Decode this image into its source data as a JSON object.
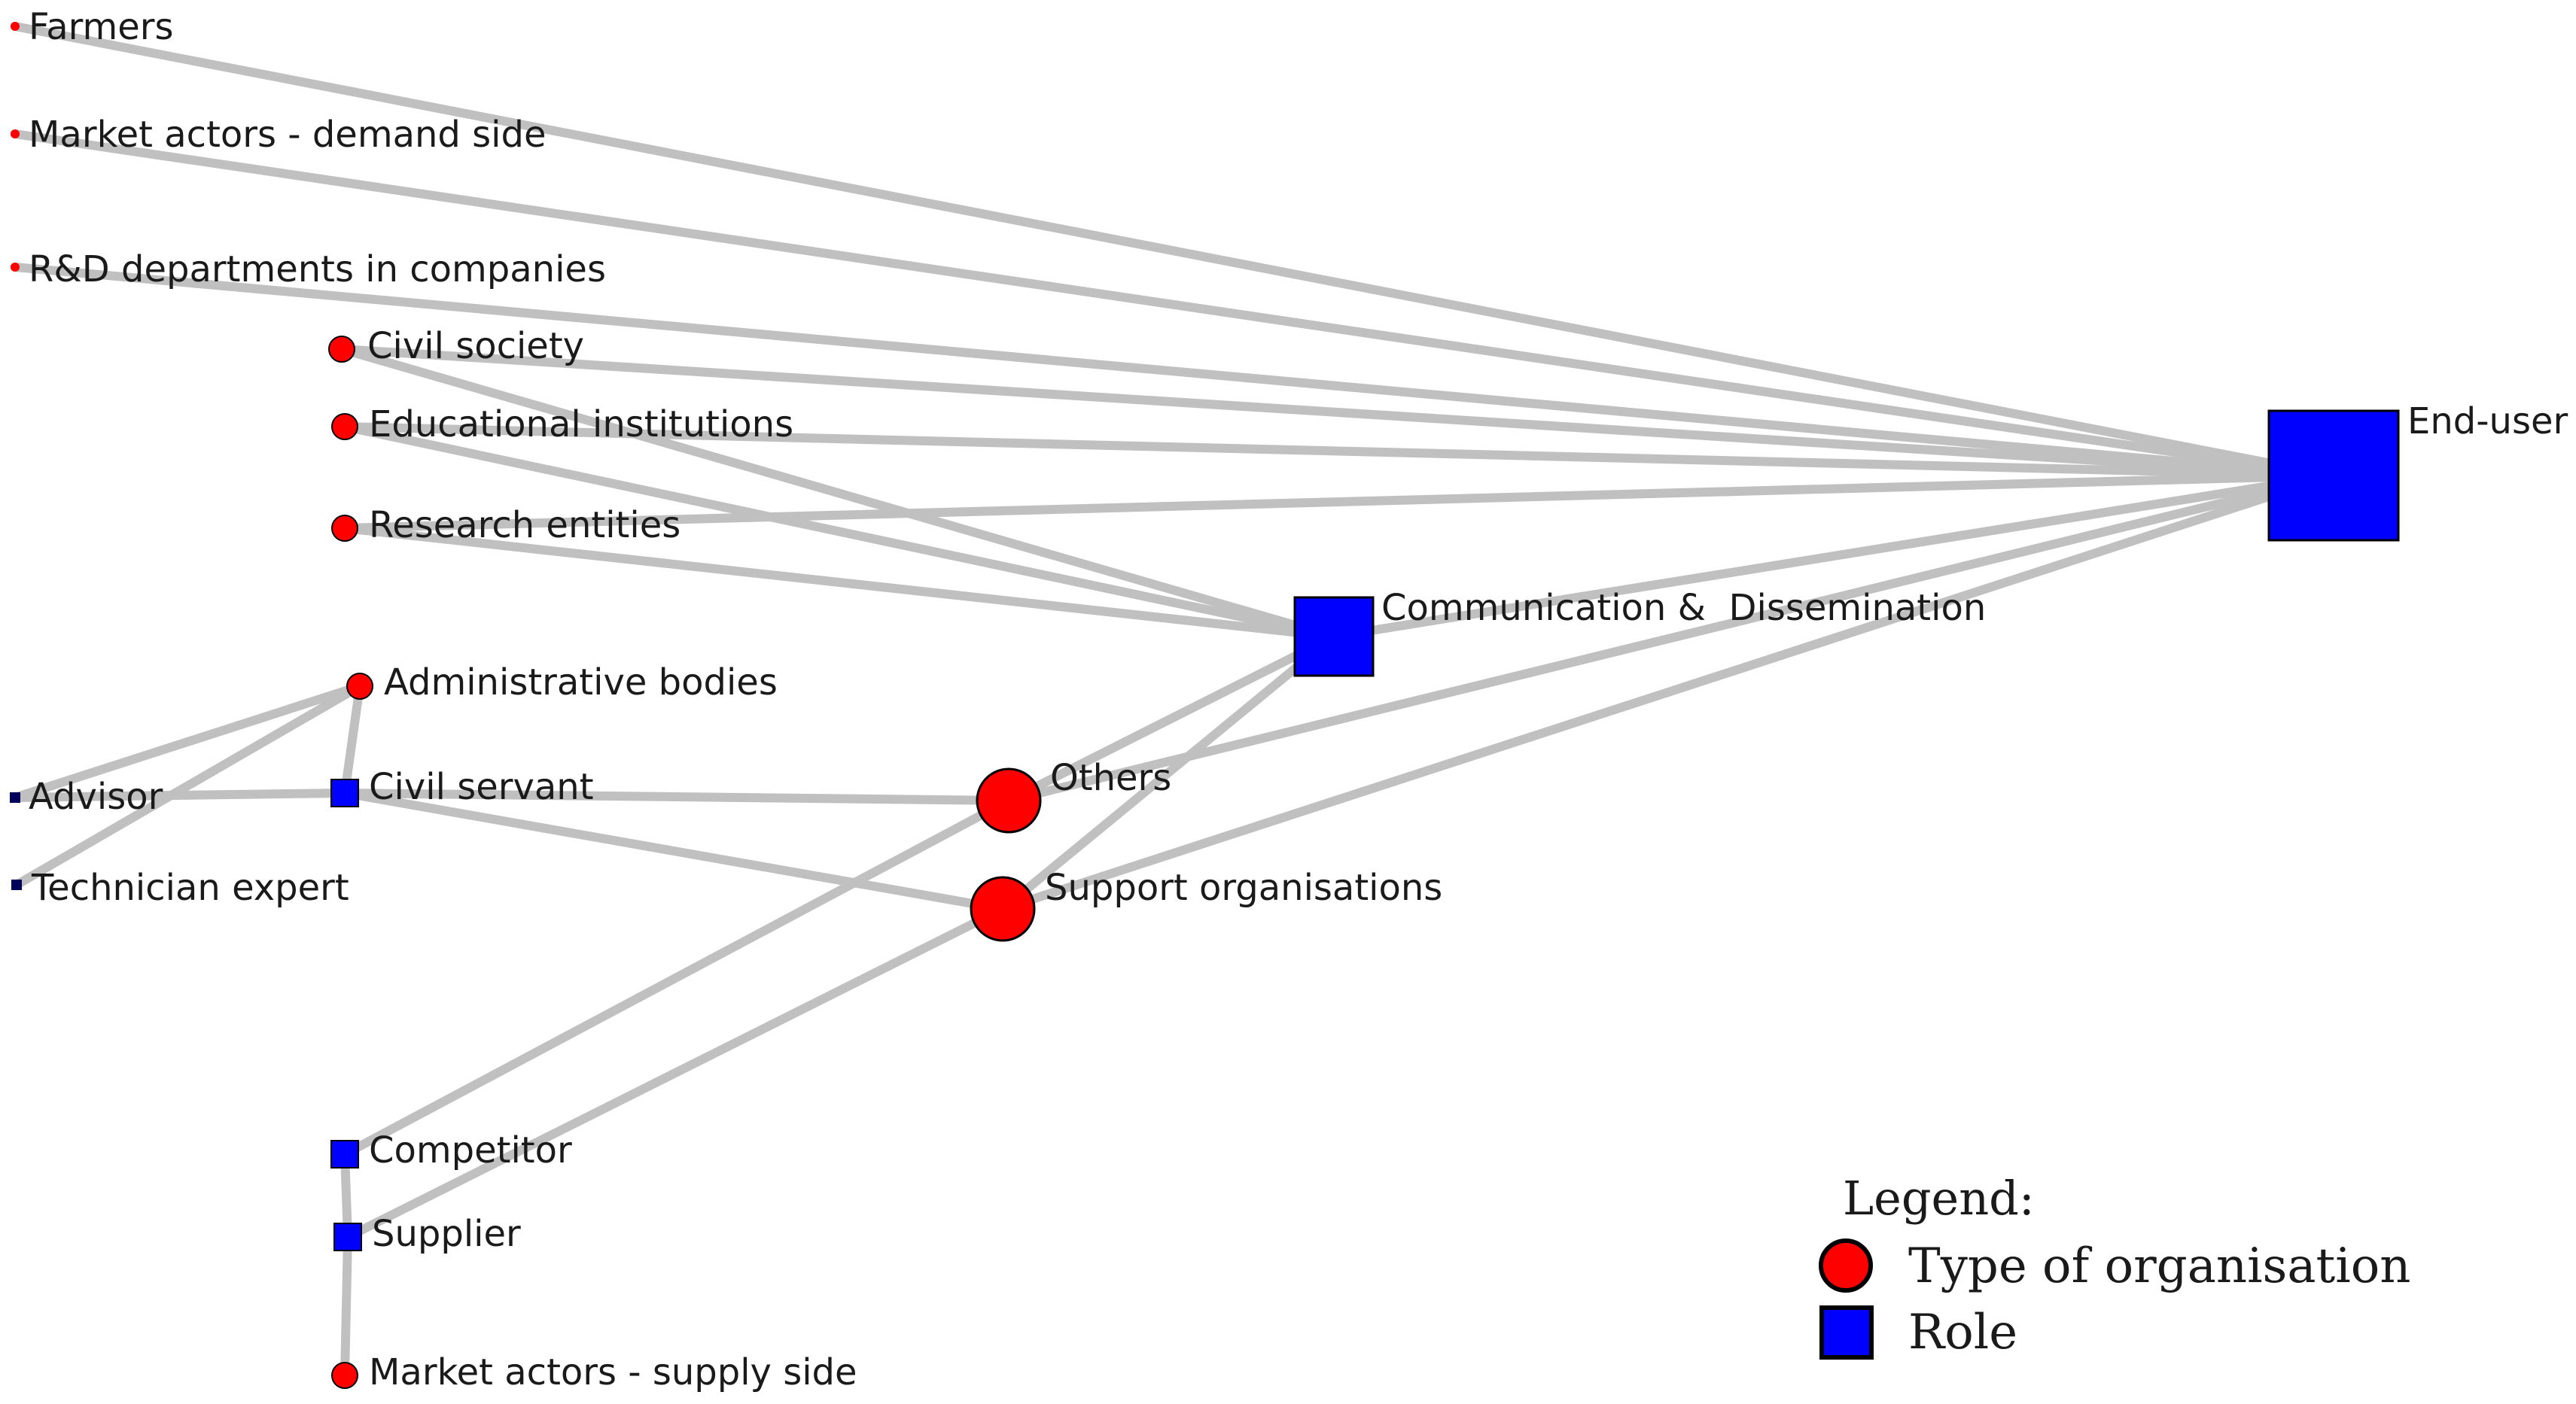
{
  "colors": {
    "organisation": "#ff0000",
    "role": "#0000ff",
    "role_dark": "#00005a",
    "edge": "#c0c0c0",
    "outline": "#000000"
  },
  "nodes": {
    "farmers": {
      "label": "Farmers",
      "shape": "circle",
      "size": "dot"
    },
    "market_demand": {
      "label": "Market actors - demand side",
      "shape": "circle",
      "size": "dot"
    },
    "rd_departments": {
      "label": "R&D departments in companies",
      "shape": "circle",
      "size": "dot"
    },
    "civil_society": {
      "label": "Civil society",
      "shape": "circle",
      "size": "small"
    },
    "educational": {
      "label": "Educational institutions",
      "shape": "circle",
      "size": "small"
    },
    "research": {
      "label": "Research entities",
      "shape": "circle",
      "size": "small"
    },
    "administrative": {
      "label": "Administrative bodies",
      "shape": "circle",
      "size": "small"
    },
    "advisor": {
      "label": "Advisor",
      "shape": "square",
      "size": "dot"
    },
    "technician": {
      "label": "Technician expert",
      "shape": "square",
      "size": "dot"
    },
    "civil_servant": {
      "label": "Civil servant",
      "shape": "square",
      "size": "small"
    },
    "others": {
      "label": "Others",
      "shape": "circle",
      "size": "large"
    },
    "support": {
      "label": "Support organisations",
      "shape": "circle",
      "size": "large"
    },
    "communication": {
      "label": "Communication &  Dissemination",
      "shape": "square",
      "size": "large"
    },
    "end_user": {
      "label": "End-user",
      "shape": "square",
      "size": "xlarge"
    },
    "competitor": {
      "label": "Competitor",
      "shape": "square",
      "size": "small"
    },
    "supplier": {
      "label": "Supplier",
      "shape": "square",
      "size": "small"
    },
    "market_supply": {
      "label": "Market actors - supply side",
      "shape": "circle",
      "size": "small"
    }
  },
  "edges": [
    [
      "farmers",
      "end_user"
    ],
    [
      "market_demand",
      "end_user"
    ],
    [
      "rd_departments",
      "end_user"
    ],
    [
      "civil_society",
      "end_user"
    ],
    [
      "civil_society",
      "communication"
    ],
    [
      "educational",
      "end_user"
    ],
    [
      "educational",
      "communication"
    ],
    [
      "research",
      "end_user"
    ],
    [
      "research",
      "communication"
    ],
    [
      "communication",
      "end_user"
    ],
    [
      "others",
      "end_user"
    ],
    [
      "support",
      "end_user"
    ],
    [
      "others",
      "communication"
    ],
    [
      "support",
      "communication"
    ],
    [
      "advisor",
      "civil_servant"
    ],
    [
      "advisor",
      "administrative"
    ],
    [
      "technician",
      "administrative"
    ],
    [
      "administrative",
      "civil_servant"
    ],
    [
      "civil_servant",
      "others"
    ],
    [
      "civil_servant",
      "support"
    ],
    [
      "competitor",
      "others"
    ],
    [
      "supplier",
      "support"
    ],
    [
      "competitor",
      "supplier"
    ],
    [
      "supplier",
      "market_supply"
    ]
  ],
  "legend": {
    "title": "Legend:",
    "items": [
      {
        "shape": "circle",
        "label": "Type of organisation"
      },
      {
        "shape": "square",
        "label": "Role"
      }
    ]
  }
}
